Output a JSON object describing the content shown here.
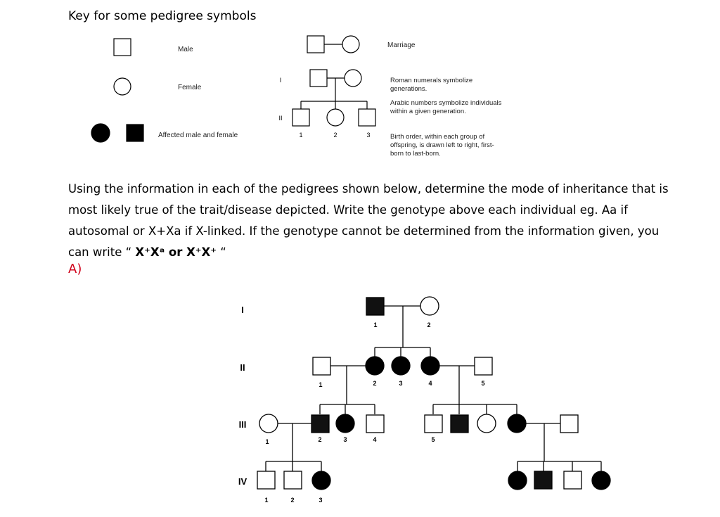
{
  "title": "Key for some pedigree symbols",
  "key": {
    "male": "Male",
    "female": "Female",
    "affected": "Affected male and female",
    "marriage": "Marriage",
    "note_roman": "Roman numerals symbolize generations.",
    "note_arabic": "Arabic numbers symbolize individuals within a given generation.",
    "note_birth": "Birth order, within each group of offspring, is drawn left to right, first-born to last-born.",
    "gen_I": "I",
    "gen_II": "II",
    "num_1": "1",
    "num_2": "2",
    "num_3": "3"
  },
  "instructions": {
    "line1": "Using the information in each of the pedigrees shown below, determine the mode of inheritance that is",
    "line2": "most likely true of the trait/disease depicted.  Write the genotype above each individual eg. Aa if",
    "line3": "autosomal or X+Xa if X-linked.  If the genotype cannot be determined from the information given, you",
    "line4_prefix": "can write  “ ",
    "line4_formula": "X⁺Xᵃ or X⁺X⁺",
    "line4_suffix": " “"
  },
  "part_label": "A)",
  "pedigree": {
    "generations": [
      "I",
      "II",
      "III",
      "IV"
    ],
    "numbers": {
      "I_1": "1",
      "I_2": "2",
      "II_1": "1",
      "II_2": "2",
      "II_3": "3",
      "II_4": "4",
      "II_5": "5",
      "III_1": "1",
      "III_2": "2",
      "III_3": "3",
      "III_4": "4",
      "III_5": "5",
      "IV_1": "1",
      "IV_2": "2",
      "IV_3": "3"
    }
  }
}
